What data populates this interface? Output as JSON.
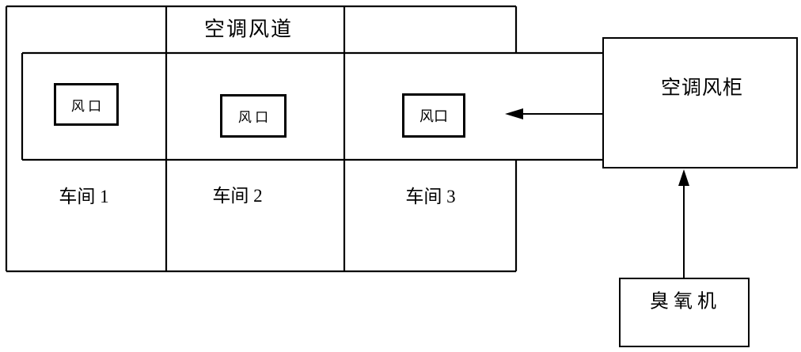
{
  "diagram": {
    "title_context": "ozone-air-conditioning-workshop-diagram",
    "duct_label": "空调风道",
    "vents": [
      {
        "label": "风 口"
      },
      {
        "label": "风 口"
      },
      {
        "label": "风口"
      }
    ],
    "workshops": [
      {
        "label": "车间 1"
      },
      {
        "label": "车间 2"
      },
      {
        "label": "车间 3"
      }
    ],
    "cabinet_label": "空调风柜",
    "ozone_label": "臭 氧 机",
    "colors": {
      "line": "#000000",
      "background": "#ffffff"
    }
  }
}
